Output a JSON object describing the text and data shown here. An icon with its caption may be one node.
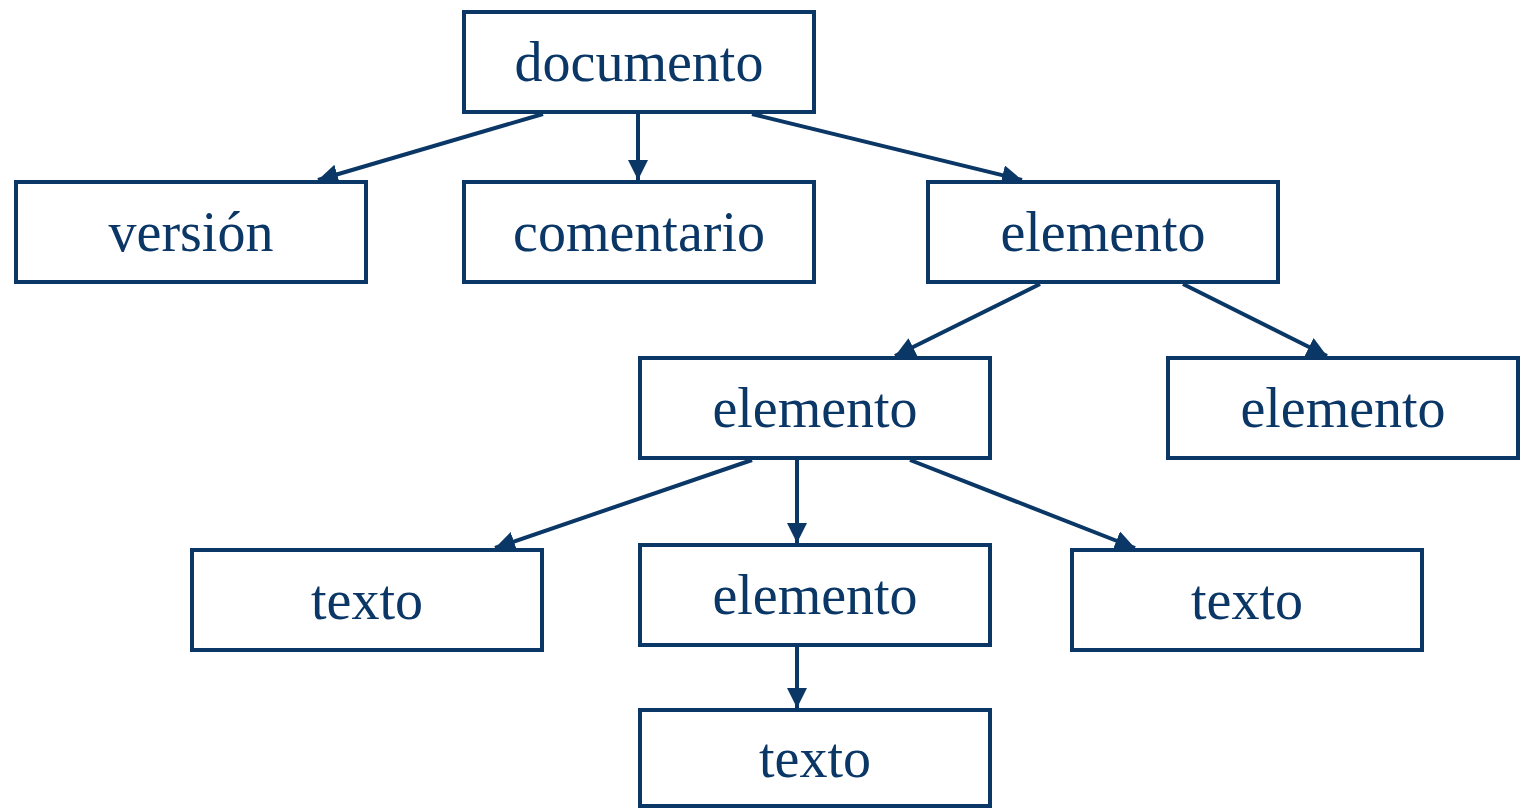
{
  "diagram": {
    "nodes": [
      {
        "text": [
          "documento"
        ]
      },
      {
        "text": [
          "versión"
        ]
      },
      {
        "text": [
          "comentario"
        ]
      },
      {
        "text": [
          "elemento"
        ]
      },
      {
        "text": [
          "elemento"
        ]
      },
      {
        "text": [
          "elemento"
        ]
      },
      {
        "text": [
          "texto"
        ]
      },
      {
        "text": [
          "elemento"
        ]
      },
      {
        "text": [
          "texto"
        ]
      },
      {
        "text": [
          "texto"
        ]
      }
    ],
    "edges": [
      {
        "from": 0,
        "to": 1,
        "arrow": "to"
      },
      {
        "from": 0,
        "to": 2,
        "arrow": "to"
      },
      {
        "from": 0,
        "to": 3,
        "arrow": "to"
      },
      {
        "from": 3,
        "to": 4,
        "arrow": "to"
      },
      {
        "from": 3,
        "to": 5,
        "arrow": "to"
      },
      {
        "from": 4,
        "to": 6,
        "arrow": "to"
      },
      {
        "from": 4,
        "to": 7,
        "arrow": "to"
      },
      {
        "from": 4,
        "to": 8,
        "arrow": "to"
      },
      {
        "from": 7,
        "to": 9,
        "arrow": "to"
      }
    ]
  }
}
